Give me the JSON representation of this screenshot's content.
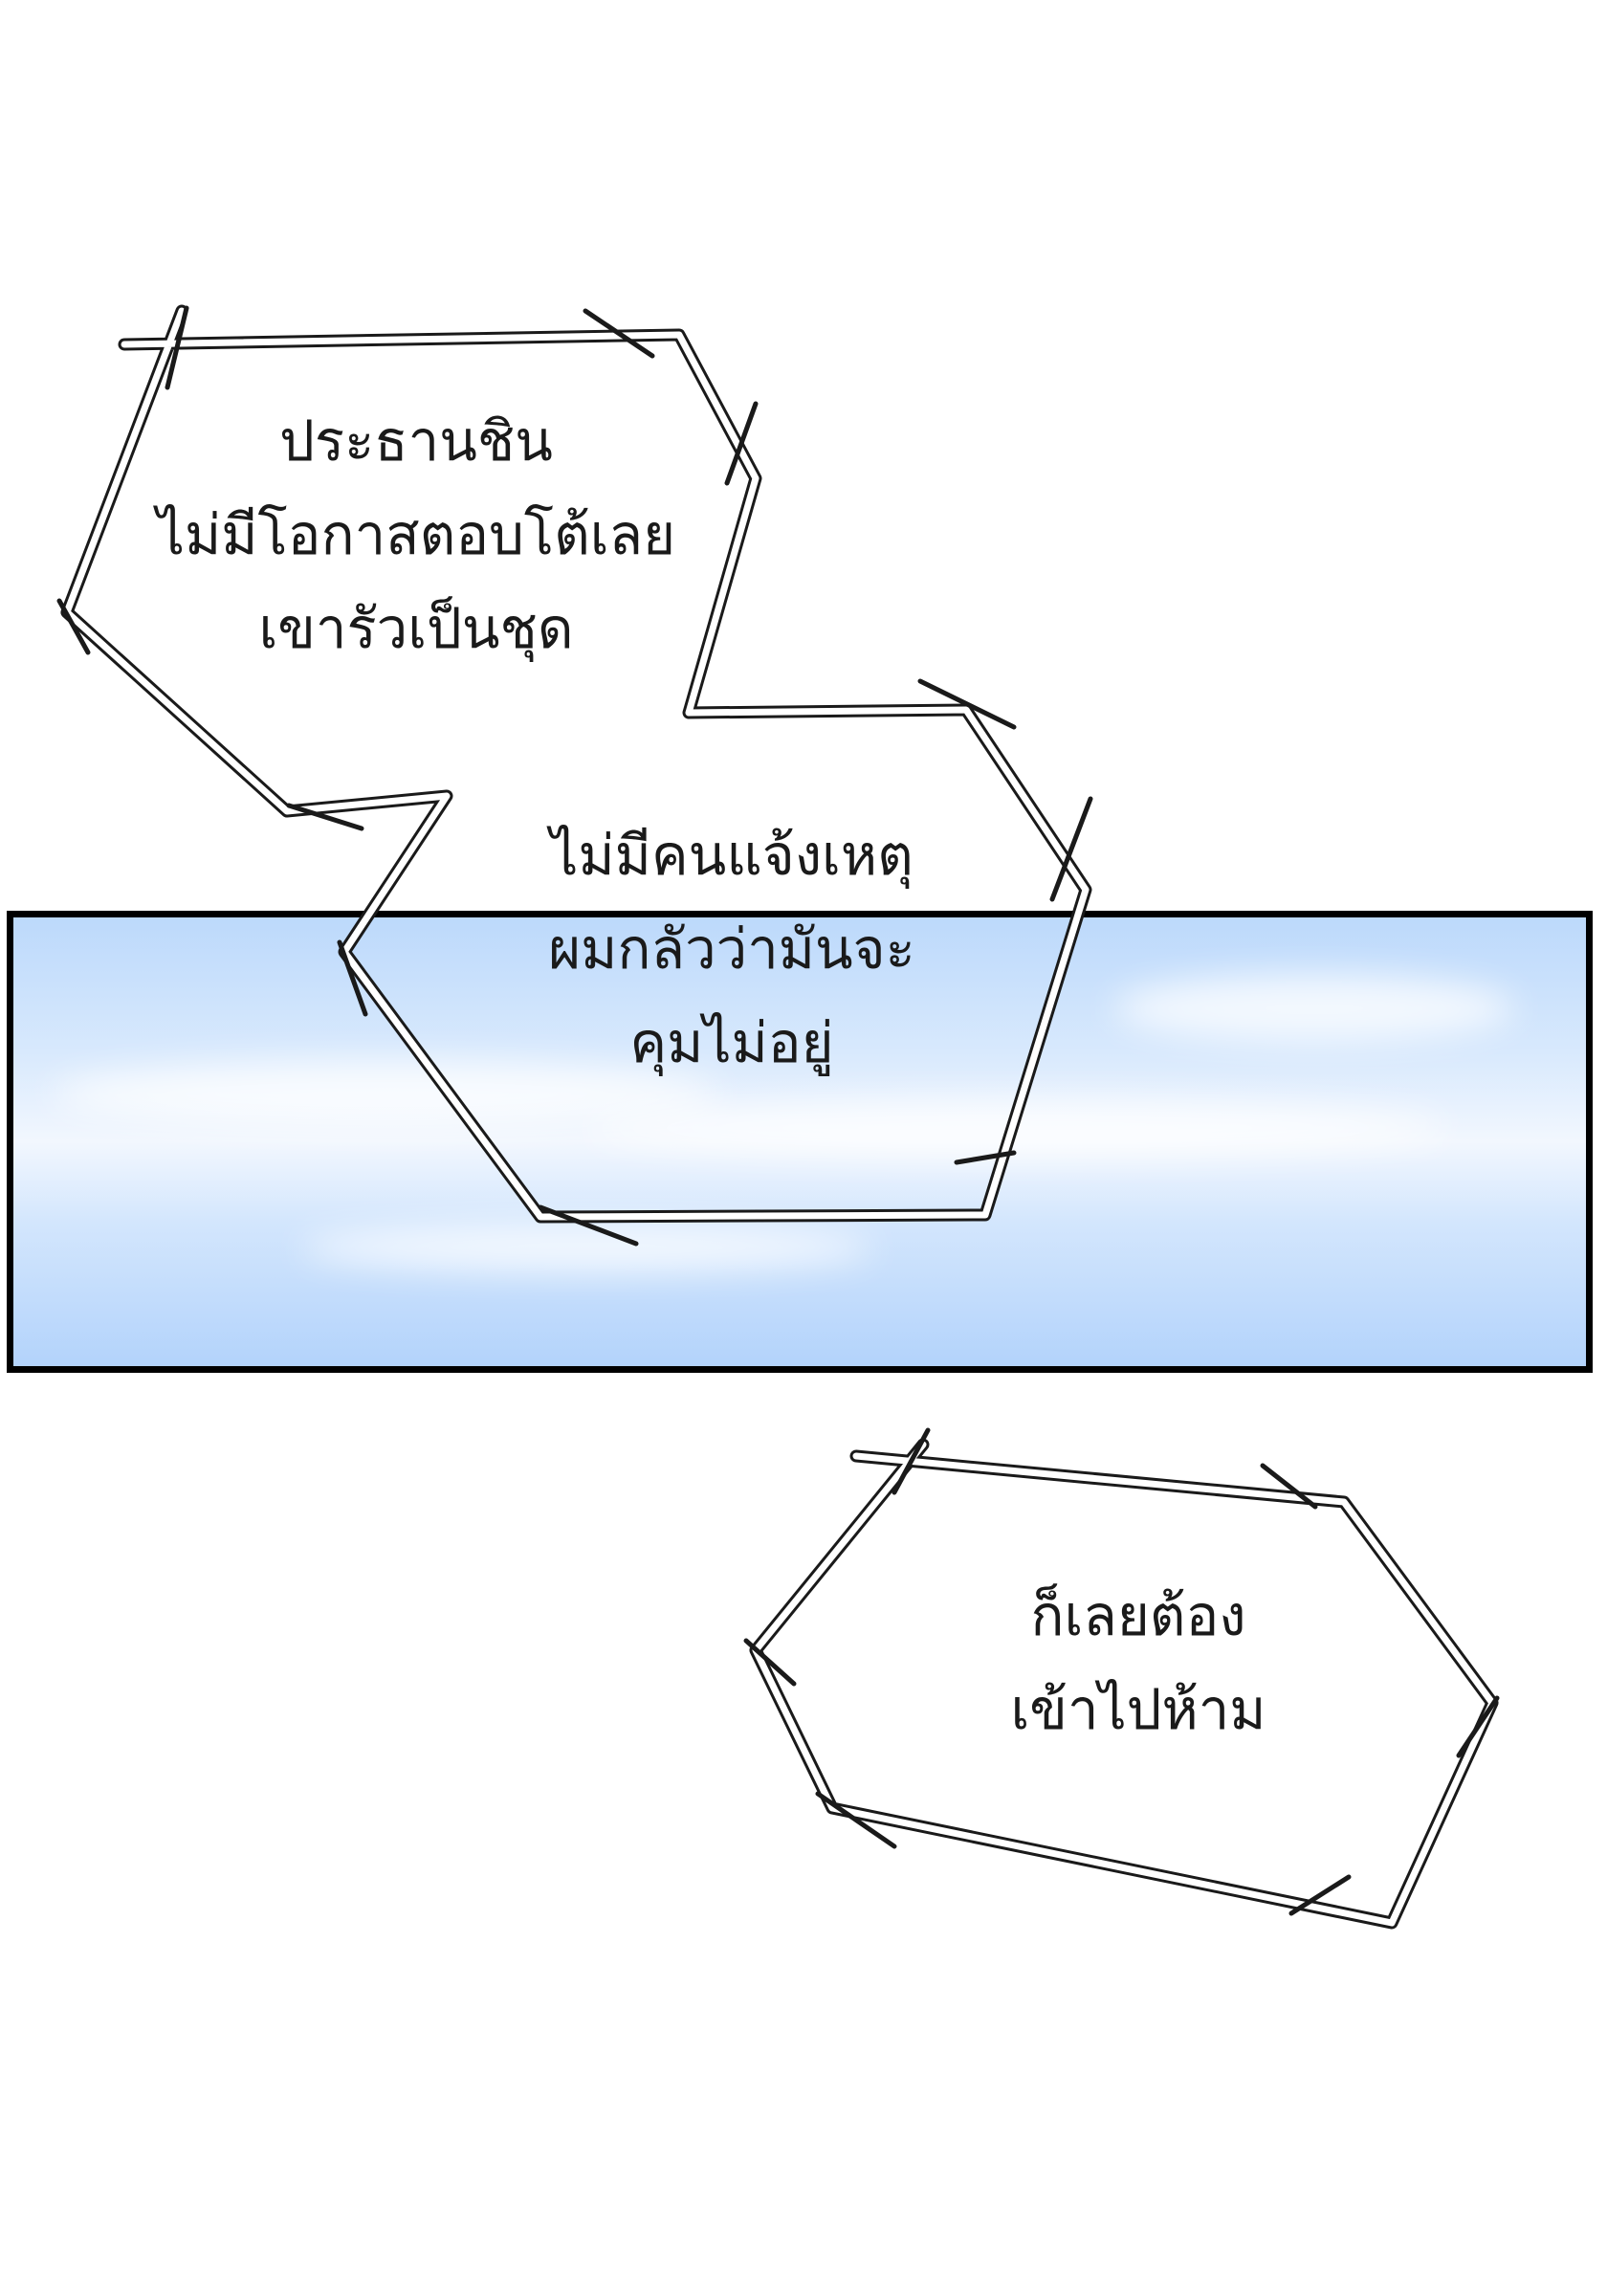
{
  "captions": [
    {
      "lines": [
        "ประธานชิน",
        "ไม่มีโอกาสตอบโต้เลย",
        "เขารัวเป็นชุด"
      ]
    },
    {
      "lines": [
        "ไม่มีคนแจ้งเหตุ",
        "ผมกลัวว่ามันจะ",
        "คุมไม่อยู่"
      ]
    },
    {
      "lines": [
        "ก็เลยต้อง",
        "เข้าไปห้าม"
      ]
    }
  ],
  "colors": {
    "background": "#ffffff",
    "panel_border": "#000000",
    "sky_blue": "#bcd9fb",
    "text": "#1a1a1a"
  }
}
